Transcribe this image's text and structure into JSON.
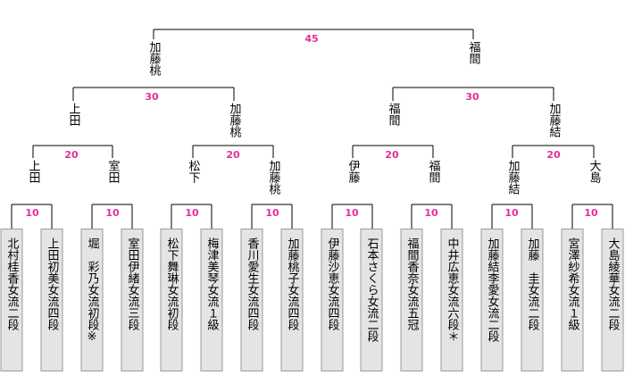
{
  "colors": {
    "score": "#e0309a",
    "line": "#000000",
    "box_bg": "#e4e4e4",
    "box_border": "#9a9a9a"
  },
  "players": [
    "北村桂香女流二段",
    "上田初美女流四段",
    "堀　彩乃女流初段※",
    "室田伊緒女流三段",
    "松下舞琳女流初段",
    "梅津美琴女流１級",
    "香川愛生女流四段",
    "加藤桃子女流四段",
    "伊藤沙恵女流四段",
    "石本さくら女流二段",
    "福間香奈女流五冠",
    "中井広恵女流六段＊",
    "加藤結李愛女流二段",
    "加藤　圭女流二段",
    "宮澤紗希女流１級",
    "大島綾華女流二段"
  ],
  "rounds": {
    "r1": {
      "scores": [
        "10",
        "10",
        "10",
        "10",
        "10",
        "10",
        "10",
        "10"
      ]
    },
    "r2": {
      "winners": [
        "上田",
        "室田",
        "松下",
        "加藤桃",
        "伊藤",
        "福間",
        "加藤結",
        "大島"
      ],
      "scores": [
        "20",
        "20",
        "20",
        "20"
      ]
    },
    "r3": {
      "winners": [
        "上田",
        "加藤桃",
        "福間",
        "加藤結"
      ],
      "scores": [
        "30",
        "30"
      ]
    },
    "final": {
      "winners": [
        "加藤桃",
        "福間"
      ],
      "score": "45"
    }
  }
}
